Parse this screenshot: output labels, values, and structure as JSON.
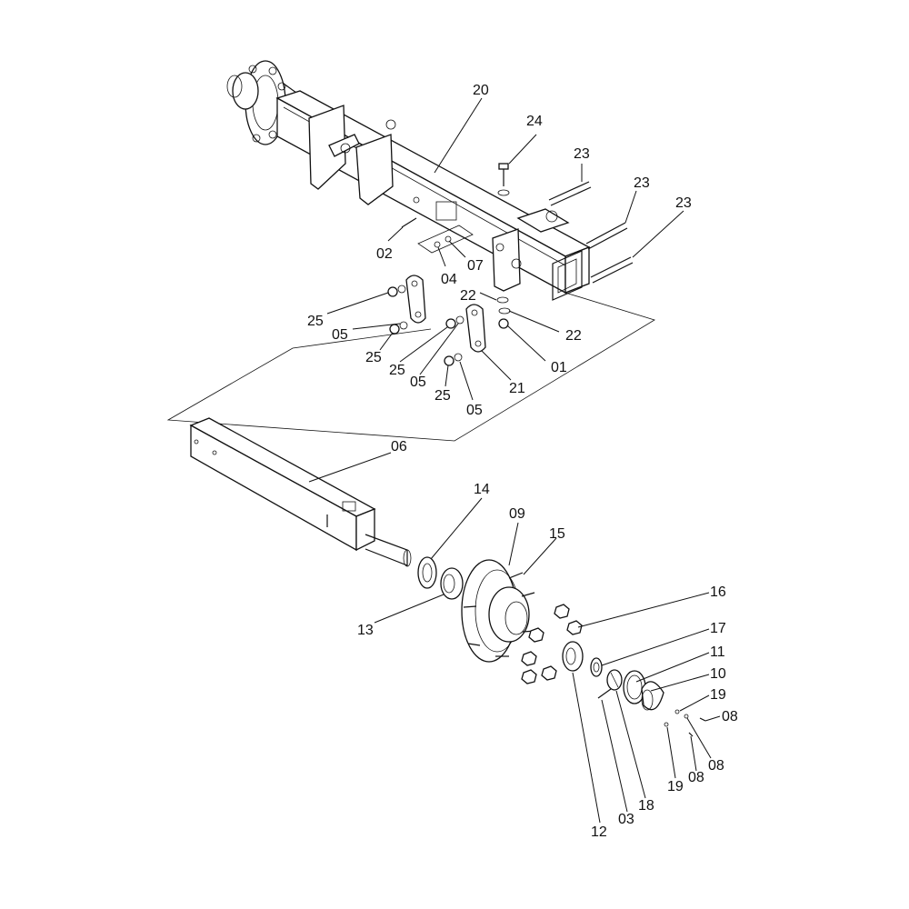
{
  "callouts": {
    "c20": "20",
    "c24": "24",
    "c23a": "23",
    "c23b": "23",
    "c23c": "23",
    "c02": "02",
    "c07": "07",
    "c04": "04",
    "c22a": "22",
    "c22b": "22",
    "c25a": "25",
    "c05a": "05",
    "c25b": "25",
    "c25c": "25",
    "c05b": "05",
    "c01": "01",
    "c21": "21",
    "c25d": "25",
    "c05c": "05",
    "c06": "06",
    "c14": "14",
    "c09": "09",
    "c15": "15",
    "c16": "16",
    "c13": "13",
    "c17": "17",
    "c11": "11",
    "c10": "10",
    "c19a": "19",
    "c08a": "08",
    "c08b": "08",
    "c08c": "08",
    "c19b": "19",
    "c12": "12",
    "c03": "03",
    "c18": "18"
  }
}
